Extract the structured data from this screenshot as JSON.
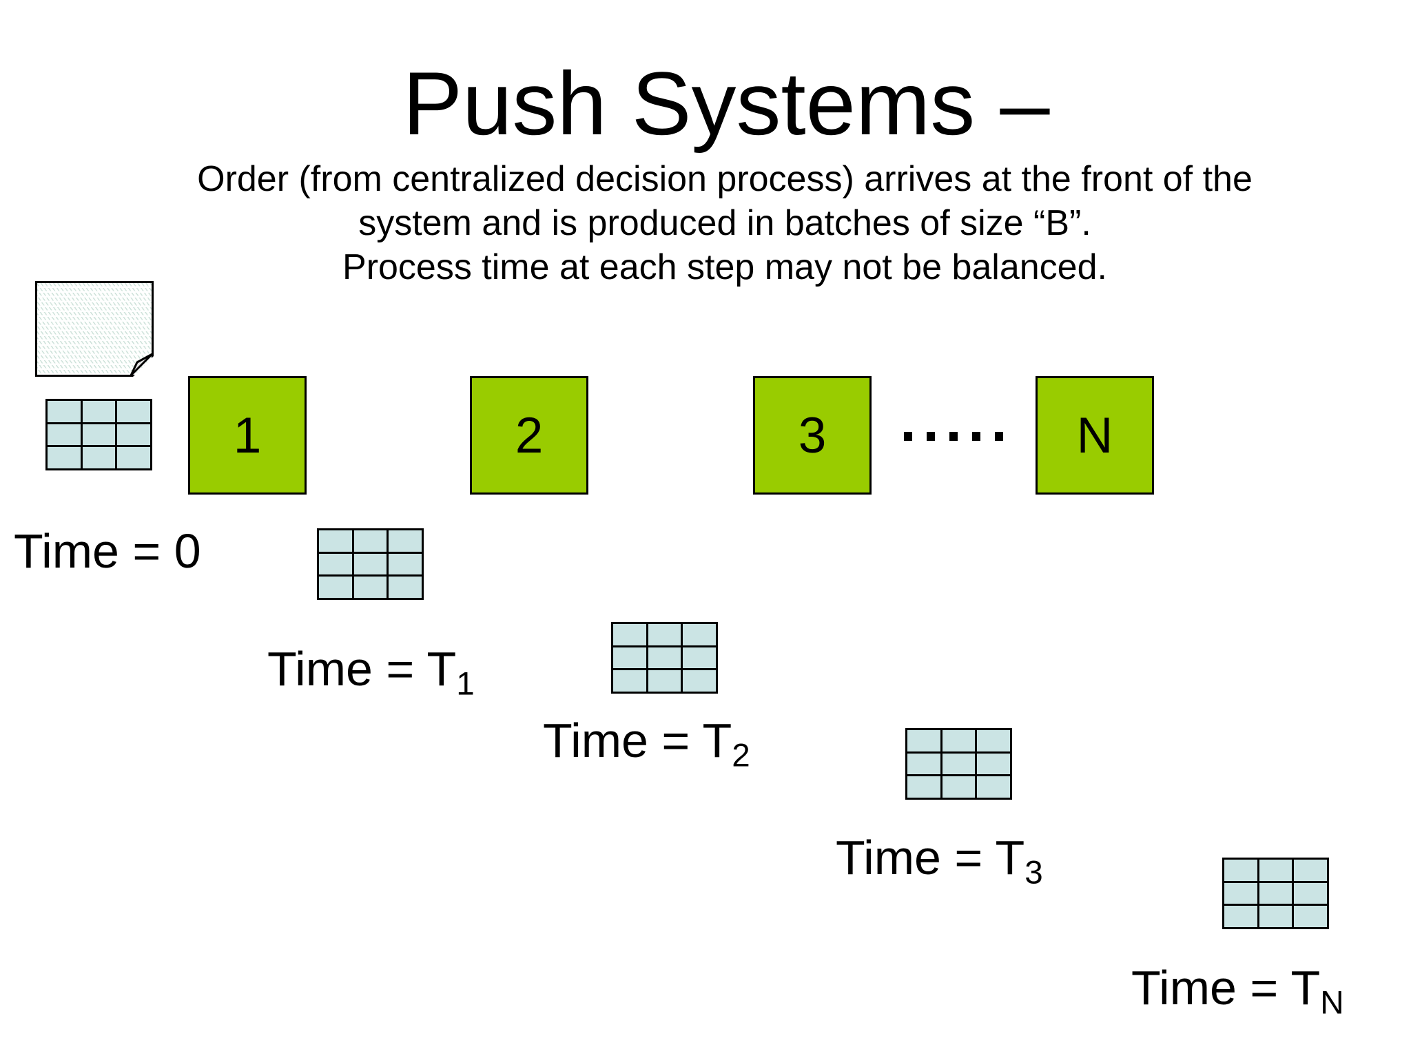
{
  "slide": {
    "title": "Push Systems –",
    "subtitle_lines": [
      "Order (from centralized decision process) arrives at the front of the",
      "system and is produced in batches of size “B”.",
      "Process time at each step may not be balanced."
    ],
    "station_labels": [
      "1",
      "2",
      "3",
      "N"
    ],
    "ellipsis": {
      "dot_count": 5
    },
    "batch_grid": {
      "rows": 3,
      "cols": 3,
      "grid_count": 5
    },
    "time_labels": [
      {
        "text": "Time = 0",
        "sub": ""
      },
      {
        "text": "Time = T",
        "sub": "1"
      },
      {
        "text": "Time = T",
        "sub": "2"
      },
      {
        "text": "Time = T",
        "sub": "3"
      },
      {
        "text": "Time = T",
        "sub": "N"
      }
    ],
    "colors": {
      "station_fill": "#99cc00",
      "batch_cell_fill": "#cbe4e4",
      "paper_hatch": "#cfe2db",
      "outline": "#000000",
      "background": "#ffffff"
    }
  }
}
